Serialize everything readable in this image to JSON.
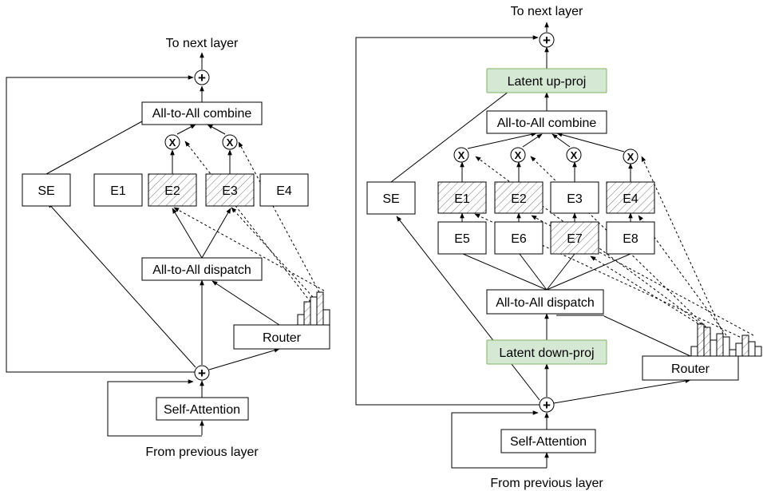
{
  "left": {
    "to_next_layer": "To next layer",
    "from_previous_layer": "From previous layer",
    "self_attention": "Self-Attention",
    "dispatch": "All-to-All dispatch",
    "combine": "All-to-All combine",
    "router": "Router",
    "shared_expert": "SE",
    "experts": [
      "E1",
      "E2",
      "E3",
      "E4"
    ],
    "active_experts": [
      "E2",
      "E3"
    ],
    "plus": "+",
    "times": "X"
  },
  "right": {
    "to_next_layer": "To next layer",
    "from_previous_layer": "From previous layer",
    "self_attention": "Self-Attention",
    "latent_down": "Latent down-proj",
    "latent_up": "Latent up-proj",
    "dispatch": "All-to-All dispatch",
    "combine": "All-to-All combine",
    "router": "Router",
    "shared_expert": "SE",
    "experts_top": [
      "E1",
      "E2",
      "E3",
      "E4"
    ],
    "experts_bottom": [
      "E5",
      "E6",
      "E7",
      "E8"
    ],
    "active_experts": [
      "E1",
      "E2",
      "E4",
      "E7"
    ],
    "plus": "+",
    "times": "X"
  },
  "colors": {
    "latent_fill": "#d5e8d4",
    "latent_stroke": "#82b366",
    "line": "#000000"
  }
}
